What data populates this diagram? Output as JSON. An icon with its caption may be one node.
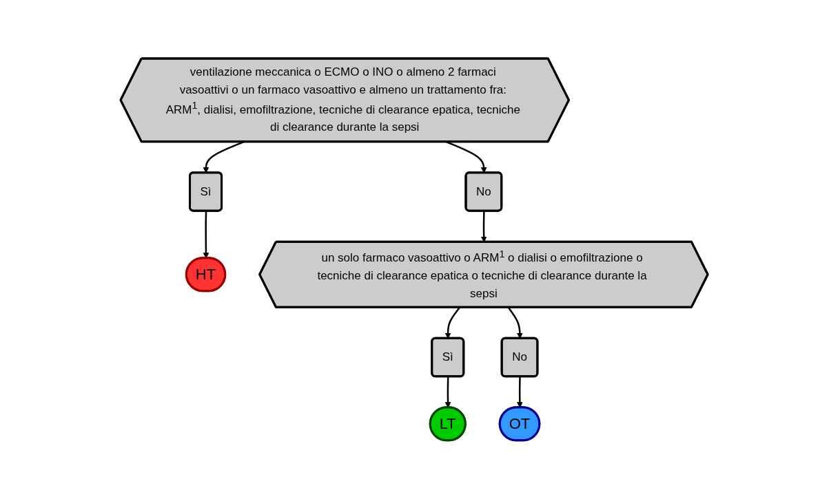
{
  "diagram": {
    "nodes": [
      {
        "text": [
          "ventilazione meccanica o ECMO o INO o almeno 2 farmaci vasoattivi o un farmaco vasoattivo e almeno un trattamento fra: ARM$^{1}$, dialisi, emofiltrazione, tecniche di clearance epatica, tecniche di clearance durante la sepsi"
        ]
      },
      {
        "text": [
          "Sì"
        ]
      },
      {
        "text": [
          "HT"
        ]
      },
      {
        "text": [
          "No"
        ]
      },
      {
        "text": [
          "un solo farmaco vasoattivo o ARM$^{1}$ o dialisi o emofiltrazione o tecniche di clearance epatica o tecniche di clearance durante la sepsi"
        ]
      },
      {
        "text": [
          "Sì"
        ]
      },
      {
        "text": [
          "LT"
        ]
      },
      {
        "text": [
          "No"
        ]
      },
      {
        "text": [
          "OT"
        ]
      }
    ],
    "edges": [
      {
        "from": 0,
        "to": 1,
        "arrow": "to"
      },
      {
        "from": 1,
        "to": 2,
        "arrow": "to"
      },
      {
        "from": 0,
        "to": 3,
        "arrow": "to"
      },
      {
        "from": 3,
        "to": 4,
        "arrow": "to"
      },
      {
        "from": 4,
        "to": 5,
        "arrow": "to"
      },
      {
        "from": 5,
        "to": 6,
        "arrow": "to"
      },
      {
        "from": 4,
        "to": 7,
        "arrow": "to"
      },
      {
        "from": 7,
        "to": 8,
        "arrow": "to"
      }
    ]
  }
}
